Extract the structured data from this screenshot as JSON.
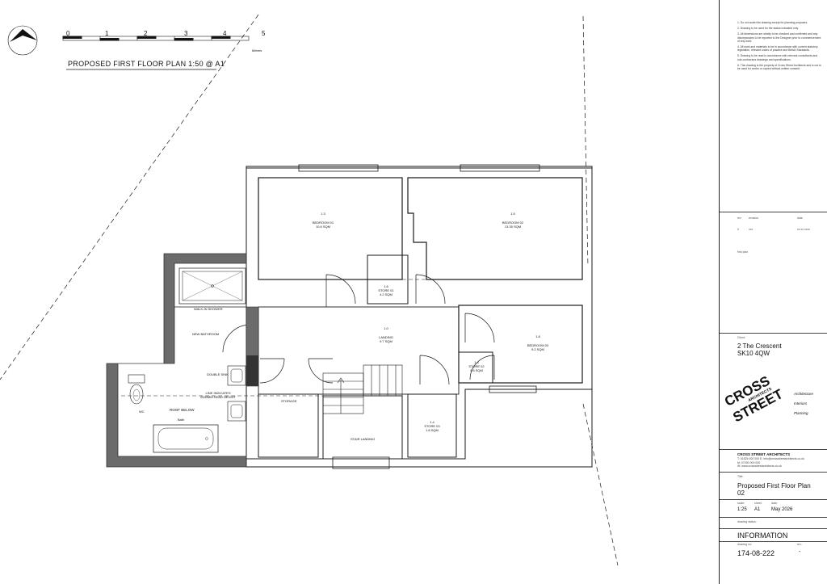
{
  "plan": {
    "title": "PROPOSED FIRST FLOOR PLAN 1:50 @  A1",
    "scale_ticks": [
      "0",
      "1",
      "2",
      "3",
      "4",
      "5"
    ],
    "scale_unit": "Metres",
    "rooms": {
      "bedroom1": [
        "1.3",
        "BEDROOM 01",
        "10.6 SQM"
      ],
      "bedroom2": [
        "1.5",
        "BEDROOM 02",
        "13.35 SQM"
      ],
      "store1": [
        "1.6",
        "STORE 01",
        "4.2 SQM"
      ],
      "landing": [
        "1.0",
        "LANDING",
        "9.7 SQM"
      ],
      "bedroom3": [
        "1.8",
        "BEDROOM 03",
        "9.2 SQM"
      ],
      "store2": [
        "1.4",
        "STORE 02",
        "4.6 SQM"
      ],
      "store3": [
        "1.4",
        "STORE 03",
        "1.8 SQM"
      ],
      "bath_shower": "WALK-IN SHOWER",
      "bath_room": "NEW BATHROOM",
      "double_sink": "DOUBLE SINK",
      "wc_note": "LINE INDICATES 2000MM HEAD HEIGHT",
      "wc": "WC",
      "roof_below": "ROOF BELOW",
      "bath": "Bath",
      "storage": "STORAGE",
      "stair_landing": "STAIR LANDING"
    }
  },
  "titleblock": {
    "notes": [
      "1.  Do not scale this drawing except for planning purposes.",
      "2.  Drawing to be used for the status indicated only.",
      "3.  All dimensions are strictly to be checked and confirmed and any discrepancies to be reported to the Designer prior to commencement of any work.",
      "4.  All work and materials to be in accordance with current statutory legislation, relevant codes of practice and British Standards.",
      "5.  Drawing to be read in accordance with relevant consultants and sub-contractors drawings and specifications.",
      "6.  This drawing is the property of Cross Street Architects and is not to be used for works or copied without written consent."
    ],
    "revision_headers": [
      "rev",
      "revision",
      "date"
    ],
    "revision_row": [
      "0",
      "xxx",
      "xx.xx.xxxx"
    ],
    "status_small": "first plan",
    "client_label": "Client:",
    "address1": "2 The Crescent",
    "address2": "SK10 4QW",
    "logo_words": [
      "CROSS",
      "ARCHITECTS",
      "STREET"
    ],
    "logo_taglines": [
      "Architecture",
      "Interiors",
      "Planning"
    ],
    "firm": "CROSS STREET ARCHITECTS",
    "contact": [
      "T: 01625 000 000  E: info@crossstreetarchitects.co.uk",
      "M: 07000 000 000",
      "W: www.crossstreetarchitects.co.uk"
    ],
    "title_label": "Title:",
    "drawing_title1": "Proposed First Floor Plan",
    "drawing_title2": "02",
    "scale_label": "scale:",
    "sheet_label": "sheet:",
    "date_label": "date:",
    "scale": "1:25",
    "sheet": "A1",
    "date": "May 2026",
    "status_label": "drawing status:",
    "status": "INFORMATION",
    "drawing_no_label": "drawing no:",
    "rev_label": "rev:",
    "drawing_no": "174-08-222",
    "rev": "-"
  },
  "colors": {
    "wall_fill": "#6b6b6b",
    "line": "#1a1a1a"
  }
}
